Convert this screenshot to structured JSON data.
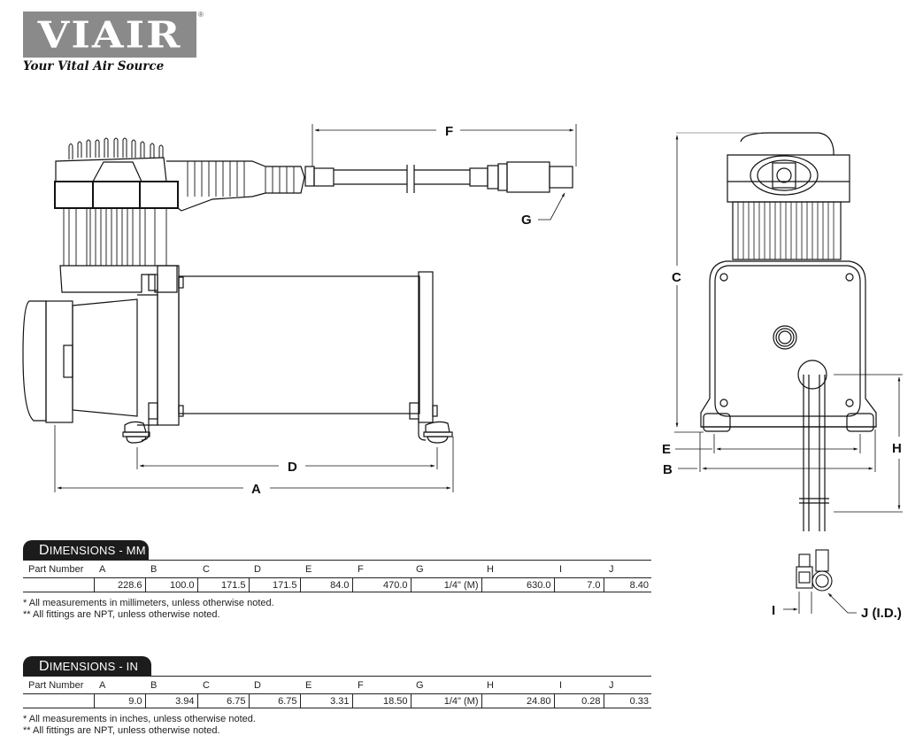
{
  "logo": {
    "brand": "VIAIR",
    "registered": "®",
    "tagline": "Your Vital Air Source",
    "box_color": "#8a8a8a"
  },
  "diagram": {
    "side_view_labels": {
      "A": "A",
      "D": "D",
      "F": "F",
      "G": "G"
    },
    "front_view_labels": {
      "C": "C",
      "E": "E",
      "B": "B",
      "H": "H",
      "I": "I",
      "J": "J (I.D.)"
    }
  },
  "tables": {
    "mm": {
      "tab_cap": "D",
      "tab_rest": "IMENSIONS - MM",
      "headers": [
        "Part Number",
        "A",
        "B",
        "C",
        "D",
        "E",
        "F",
        "G",
        "H",
        "I",
        "J"
      ],
      "values": [
        "",
        "228.6",
        "100.0",
        "171.5",
        "171.5",
        "84.0",
        "470.0",
        "1/4\" (M)",
        "630.0",
        "7.0",
        "8.40"
      ],
      "notes": [
        "* All measurements in millimeters, unless otherwise noted.",
        "** All fittings are NPT, unless otherwise noted."
      ]
    },
    "in": {
      "tab_cap": "D",
      "tab_rest": "IMENSIONS - IN",
      "headers": [
        "Part Number",
        "A",
        "B",
        "C",
        "D",
        "E",
        "F",
        "G",
        "H",
        "I",
        "J"
      ],
      "values": [
        "",
        "9.0",
        "3.94",
        "6.75",
        "6.75",
        "3.31",
        "18.50",
        "1/4\" (M)",
        "24.80",
        "0.28",
        "0.33"
      ],
      "notes": [
        "* All measurements in inches, unless otherwise noted.",
        "** All fittings are NPT, unless otherwise noted."
      ]
    }
  }
}
